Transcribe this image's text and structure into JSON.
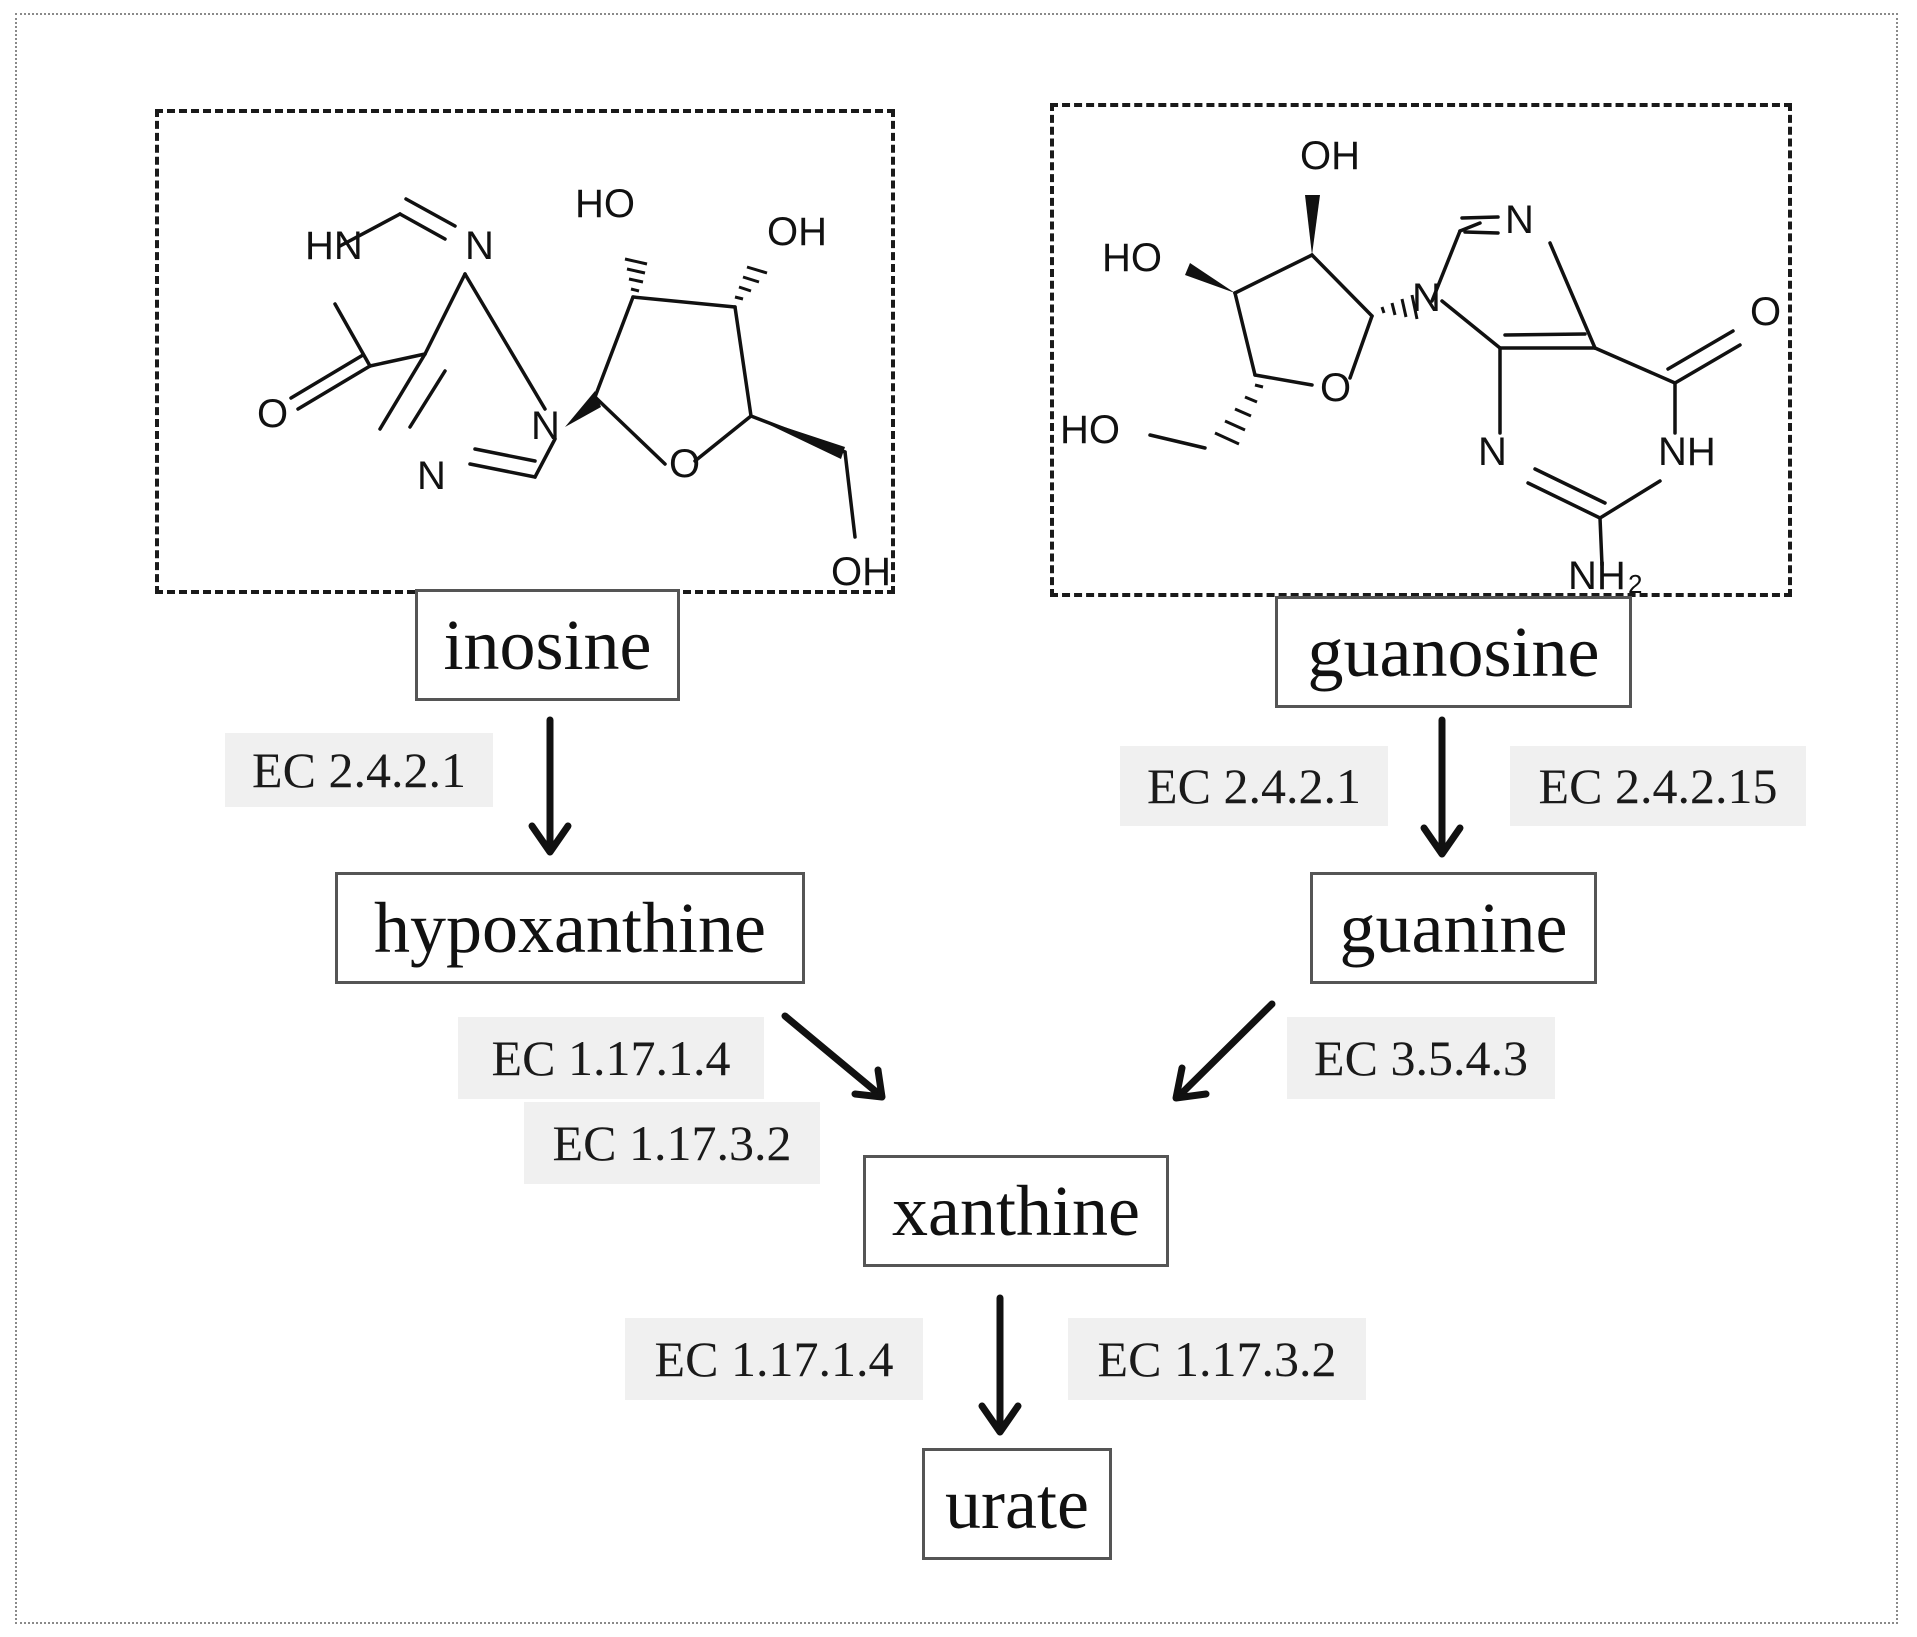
{
  "molecules": {
    "inosine": {
      "atoms": {
        "hn": "HN",
        "n_top": "N",
        "o_carbonyl": "O",
        "n9": "N",
        "n7": "N",
        "ho_c2": "HO",
        "oh_c3": "OH",
        "o_ring": "O",
        "oh_c5": "OH"
      }
    },
    "guanosine": {
      "atoms": {
        "oh_c2": "OH",
        "ho_c3": "HO",
        "ho_c5": "HO",
        "o_ring": "O",
        "n9": "N",
        "n7": "N",
        "o_carbonyl": "O",
        "n3": "N",
        "nh": "NH",
        "nh2": "NH",
        "nh2_sub": "2"
      }
    }
  },
  "nodes": {
    "inosine": "inosine",
    "guanosine": "guanosine",
    "hypoxanthine": "hypoxanthine",
    "guanine": "guanine",
    "xanthine": "xanthine",
    "urate": "urate"
  },
  "enzymes": {
    "inosine_to_hypoxanthine": "EC 2.4.2.1",
    "guanosine_to_guanine_left": "EC 2.4.2.1",
    "guanosine_to_guanine_right": "EC 2.4.2.15",
    "hypoxanthine_to_xanthine_a": "EC 1.17.1.4",
    "hypoxanthine_to_xanthine_b": "EC 1.17.3.2",
    "guanine_to_xanthine": "EC 3.5.4.3",
    "xanthine_to_urate_left": "EC 1.17.1.4",
    "xanthine_to_urate_right": "EC 1.17.3.2"
  },
  "colors": {
    "arrow": "#111111",
    "node_border": "#555555",
    "ec_background": "#f0f0f0",
    "molecule_box": "#1a1a1a",
    "frame": "#8a8a8a"
  }
}
